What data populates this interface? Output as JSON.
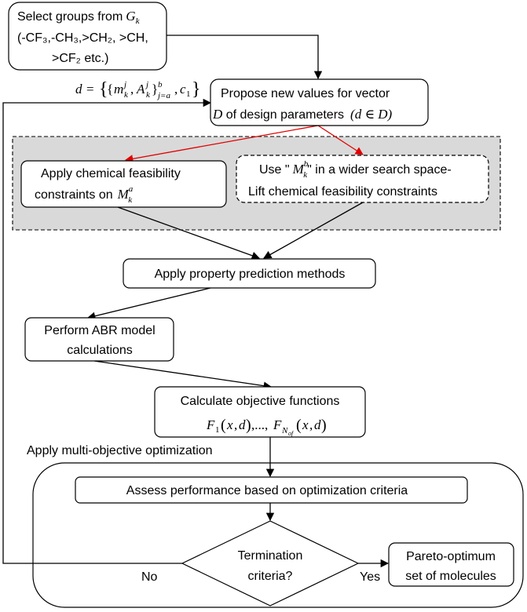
{
  "colors": {
    "arrow": "#000000",
    "highlight_arrow": "#e00000",
    "panel_fill": "#d9d9d9",
    "box_fill": "#ffffff"
  },
  "nodes": {
    "select_groups": {
      "line1": "Select groups from",
      "line1_symbol": "G",
      "line1_symbol_sub": "k",
      "line2": "(-CF₃,-CH₃,>CH₂, >CH,",
      "line3": ">CF₂ etc.)"
    },
    "design_vector": "d = {{m_k^j, A_k^j}_{j=a}^b, c_1}",
    "propose": {
      "line1": "Propose new values for vector",
      "line2_symbol": "D",
      "line2": " of design parameters",
      "line2_math": "(d ∈ D)"
    },
    "apply_constraints": {
      "line1": "Apply chemical feasibility",
      "line2": "constraints on",
      "line2_symbol": "M",
      "line2_sup": "a",
      "line2_sub": "k"
    },
    "use_wider": {
      "line1_pre": "Use \"",
      "line1_symbol": "M",
      "line1_sup": "b",
      "line1_sub": "k",
      "line1_post": "\" in a wider search space-",
      "line2": "Lift chemical feasibility constraints"
    },
    "property_prediction": "Apply property prediction methods",
    "abr_model": {
      "line1": "Perform ABR model",
      "line2": "calculations"
    },
    "objective": {
      "line1": "Calculate objective functions",
      "line2_math": "F₁(x,d),...,F_Nof(x,d)"
    },
    "multiobjective_label": "Apply multi-objective optimization",
    "assess": "Assess performance based on optimization criteria",
    "termination": {
      "line1": "Termination",
      "line2": "criteria?"
    },
    "pareto": {
      "line1": "Pareto-optimum",
      "line2": "set of molecules"
    },
    "no_label": "No",
    "yes_label": "Yes"
  }
}
